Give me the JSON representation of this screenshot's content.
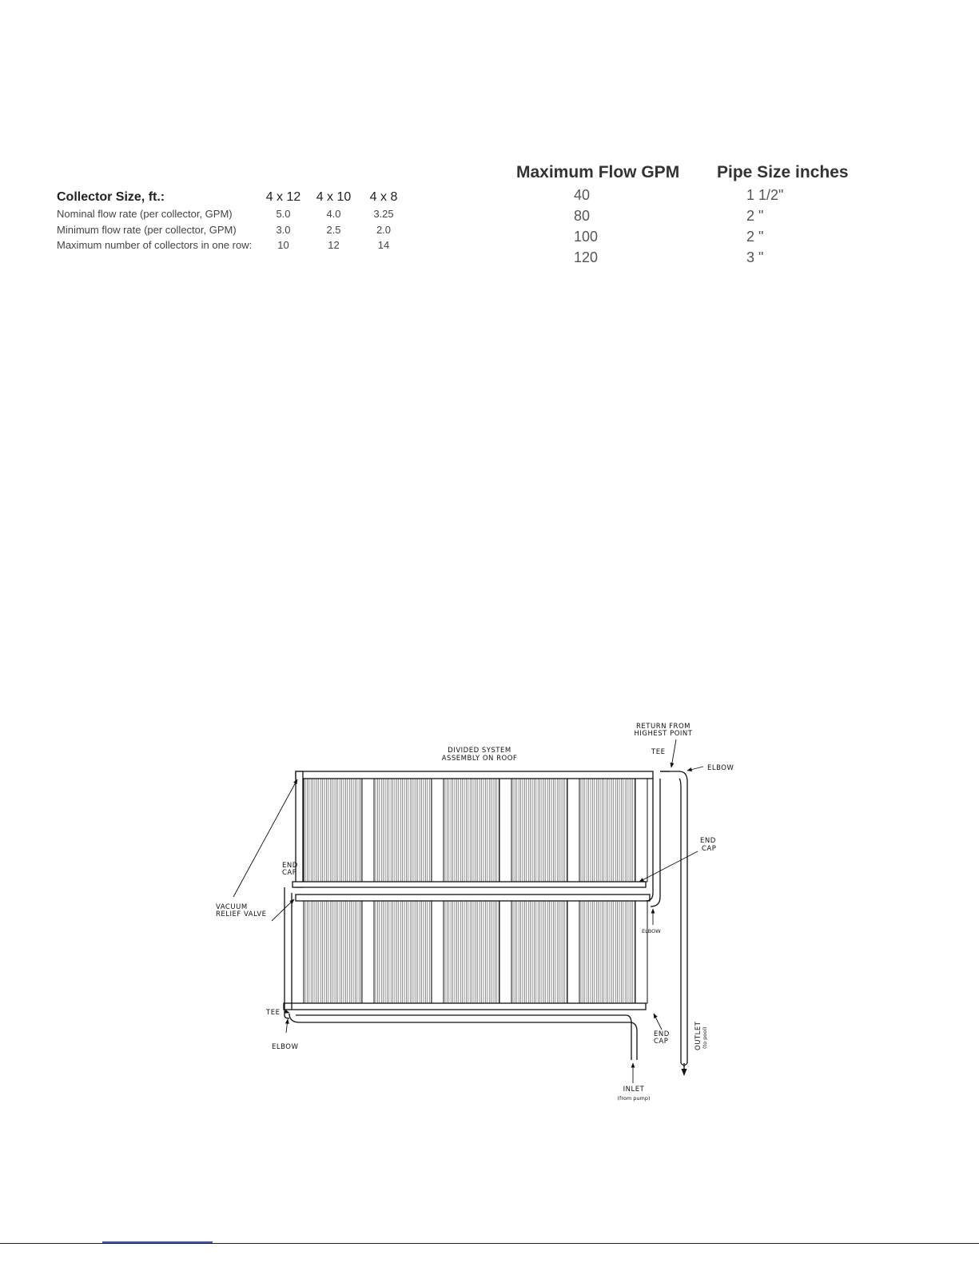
{
  "collector_table": {
    "header": {
      "label": "Collector Size, ft.:",
      "sizes": [
        "4 x 12",
        "4 x 10",
        "4 x 8"
      ]
    },
    "rows": [
      {
        "label": "Nominal flow rate (per collector, GPM)",
        "values": [
          "5.0",
          "4.0",
          "3.25"
        ]
      },
      {
        "label": "Minimum flow rate (per collector, GPM)",
        "values": [
          "3.0",
          "2.5",
          "2.0"
        ]
      },
      {
        "label": "Maximum number of collectors in one row:",
        "values": [
          "10",
          "12",
          "14"
        ]
      }
    ]
  },
  "pipe_table": {
    "headers": [
      "Maximum Flow GPM",
      "Pipe Size inches"
    ],
    "rows": [
      [
        "40",
        "1 1/2\""
      ],
      [
        "80",
        "2 \""
      ],
      [
        "100",
        "2 \""
      ],
      [
        "120",
        "3 \""
      ]
    ]
  },
  "diagram": {
    "title_line1": "DIVIDED SYSTEM",
    "title_line2": "ASSEMBLY ON ROOF",
    "labels": {
      "return_line1": "RETURN FROM",
      "return_line2": "HIGHEST POINT",
      "tee_top": "TEE",
      "elbow_top": "ELBOW",
      "endcap_left_1": "END",
      "endcap_left_2": "CAP",
      "endcap_right_1": "END",
      "endcap_right_2": "CAP",
      "vacuum_1": "VACUUM",
      "vacuum_2": "RELIEF VALVE",
      "elbow_mid": "ELBOW",
      "tee_bottom": "TEE",
      "elbow_bottom": "ELBOW",
      "endcap_bottom_1": "END",
      "endcap_bottom_2": "CAP",
      "outlet": "OUTLET",
      "outlet_sub": "(to pool)",
      "inlet": "INLET",
      "inlet_sub": "(from pump)"
    }
  }
}
